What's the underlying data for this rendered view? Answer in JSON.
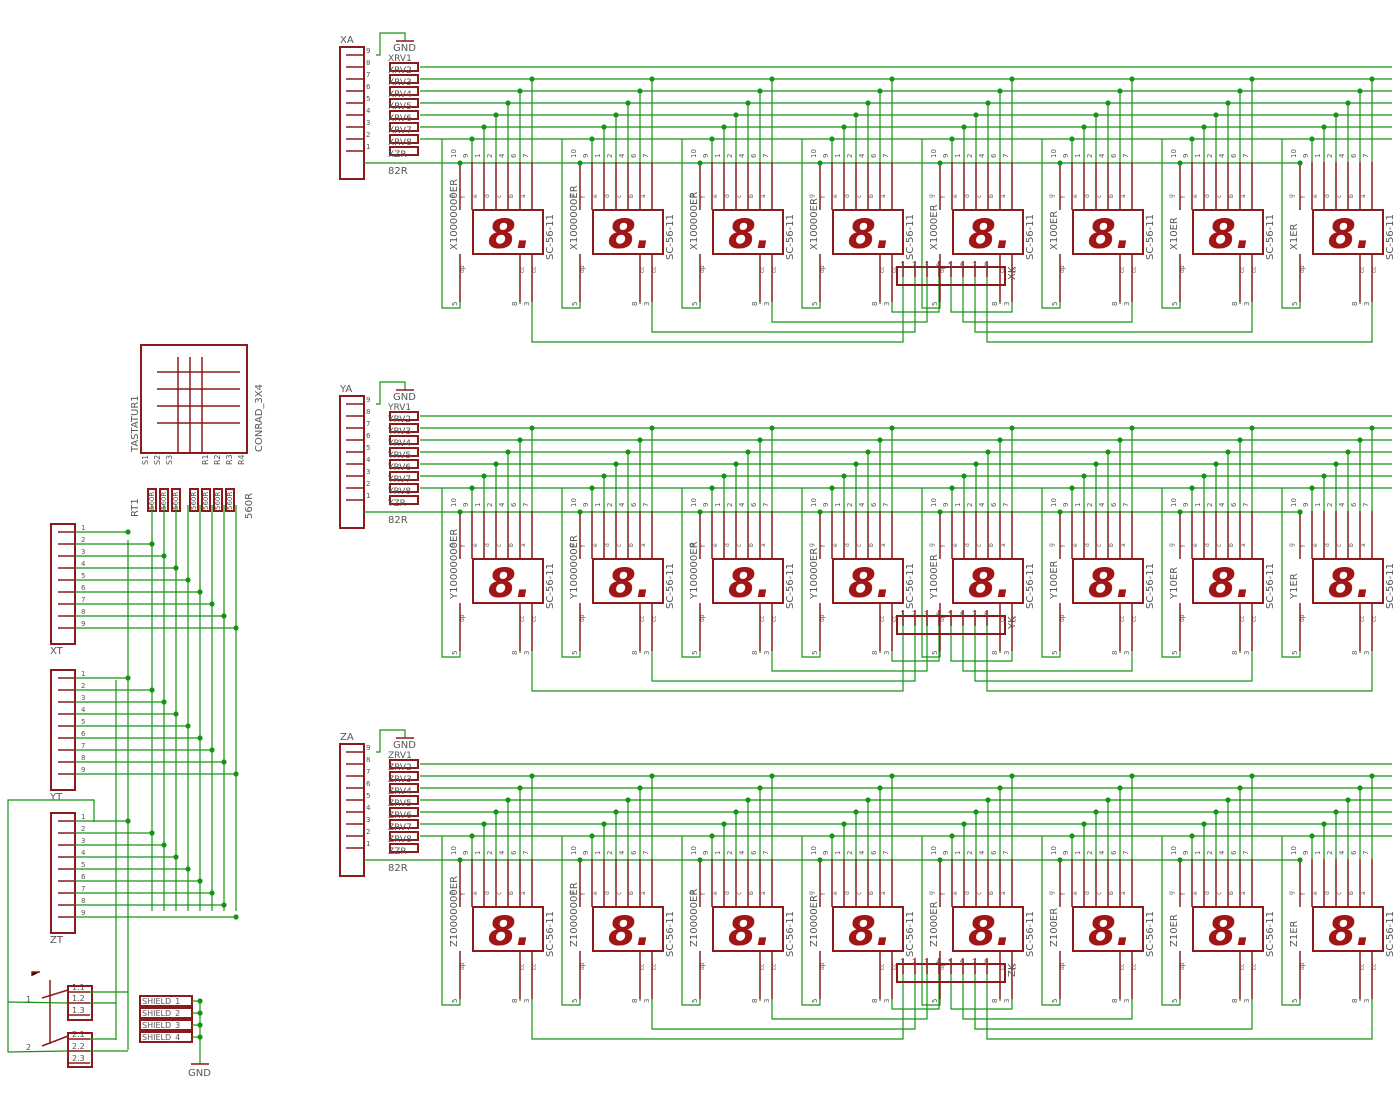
{
  "rows": [
    {
      "conn_in": "XA",
      "conn_out": "XK",
      "gnd": "GND",
      "res_array": "82R",
      "res_labels": [
        "XRV1",
        "XRV2",
        "XRV3",
        "XRV4",
        "XRV5",
        "XRV6",
        "XRV7",
        "XRV8",
        "XZR"
      ],
      "displays": [
        "X10000000ER",
        "X1000000ER",
        "X100000ER",
        "X10000ER",
        "X1000ER",
        "X100ER",
        "X10ER",
        "X1ER"
      ]
    },
    {
      "conn_in": "YA",
      "conn_out": "YK",
      "gnd": "GND",
      "res_array": "82R",
      "res_labels": [
        "YRV1",
        "YRV2",
        "YRV3",
        "YRV4",
        "YRV5",
        "YRV6",
        "YRV7",
        "YRV8",
        "YZR"
      ],
      "displays": [
        "Y10000000ER",
        "Y1000000ER",
        "Y100000ER",
        "Y10000ER",
        "Y1000ER",
        "Y100ER",
        "Y10ER",
        "Y1ER"
      ]
    },
    {
      "conn_in": "ZA",
      "conn_out": "ZK",
      "gnd": "GND",
      "res_array": "82R",
      "res_labels": [
        "ZRV1",
        "ZRV2",
        "ZRV3",
        "ZRV4",
        "ZRV5",
        "ZRV6",
        "ZRV7",
        "ZRV8",
        "ZZR"
      ],
      "displays": [
        "Z10000000ER",
        "Z1000000ER",
        "Z100000ER",
        "Z10000ER",
        "Z1000ER",
        "Z100ER",
        "Z10ER",
        "Z1ER"
      ]
    }
  ],
  "display_part": "SC-56-11",
  "digit_glyph": "8.",
  "top_pins": [
    "10",
    "9",
    "1",
    "2",
    "4",
    "6",
    "7"
  ],
  "seg_letters": [
    "g",
    "f",
    "e",
    "d",
    "c",
    "b",
    "a"
  ],
  "bottom_pins": [
    "5",
    "8",
    "3"
  ],
  "bottom_labels": [
    "dp",
    "cc",
    "cc"
  ],
  "header_pins": [
    "1",
    "2",
    "3",
    "4",
    "5",
    "6",
    "7",
    "8",
    "9"
  ],
  "keypad": {
    "name": "TASTATUR1",
    "part": "CONRAD_3X4",
    "columns": [
      "S1",
      "S2",
      "S3"
    ],
    "rows": [
      "R1",
      "R2",
      "R3",
      "R4"
    ],
    "res_name": "RT1",
    "res_value": "560R",
    "res_small": [
      "560R",
      "560R",
      "560R",
      "560R",
      "560R",
      "560R",
      "560R"
    ]
  },
  "connectors": [
    "XT",
    "YT",
    "ZT"
  ],
  "switch": {
    "pins_left": [
      "1",
      "2"
    ],
    "pins_right": [
      "1.1",
      "1.2",
      "1.3",
      "2.1",
      "2.2",
      "2.3"
    ]
  },
  "shields": [
    "SHIELD_1",
    "SHIELD_2",
    "SHIELD_3",
    "SHIELD_4"
  ],
  "gnd_label": "GND"
}
